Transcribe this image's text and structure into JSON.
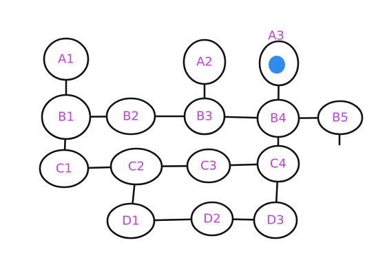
{
  "colors": {
    "background": "#ffffff",
    "stroke": "#111111",
    "label": "#c040e0",
    "marker": "#2e8cf0"
  },
  "nodes": [
    {
      "id": "A1",
      "label": "A1"
    },
    {
      "id": "A2",
      "label": "A2"
    },
    {
      "id": "A3",
      "label": "A3"
    },
    {
      "id": "B1",
      "label": "B1"
    },
    {
      "id": "B2",
      "label": "B2"
    },
    {
      "id": "B3",
      "label": "B3"
    },
    {
      "id": "B4",
      "label": "B4"
    },
    {
      "id": "B5",
      "label": "B5"
    },
    {
      "id": "C1",
      "label": "C1"
    },
    {
      "id": "C2",
      "label": "C2"
    },
    {
      "id": "C3",
      "label": "C3"
    },
    {
      "id": "C4",
      "label": "C4"
    },
    {
      "id": "D1",
      "label": "D1"
    },
    {
      "id": "D2",
      "label": "D2"
    },
    {
      "id": "D3",
      "label": "D3"
    }
  ],
  "edges": [
    [
      "A1",
      "B1"
    ],
    [
      "A2",
      "B3"
    ],
    [
      "A3",
      "B4"
    ],
    [
      "B1",
      "B2"
    ],
    [
      "B2",
      "B3"
    ],
    [
      "B3",
      "B4"
    ],
    [
      "B4",
      "B5"
    ],
    [
      "B1",
      "C1"
    ],
    [
      "C1",
      "C2"
    ],
    [
      "C2",
      "C3"
    ],
    [
      "C3",
      "C4"
    ],
    [
      "B4",
      "C4"
    ],
    [
      "C2",
      "D1"
    ],
    [
      "D1",
      "D2"
    ],
    [
      "D2",
      "D3"
    ],
    [
      "C4",
      "D3"
    ]
  ],
  "marker": {
    "node": "A3",
    "icon": "filled-circle-icon"
  }
}
